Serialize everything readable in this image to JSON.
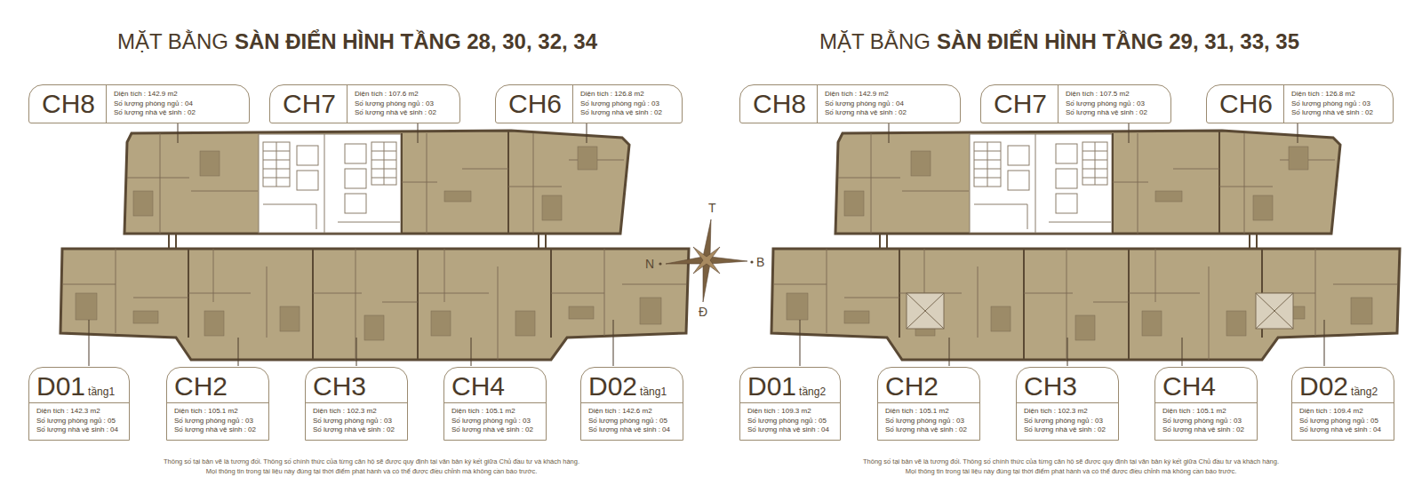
{
  "diagram": {
    "nodes": [
      {
        "text": [
          "CH8",
          "Diện tích : 142.9 m2",
          "Số lượng phòng ngủ : 04",
          "Số lượng nhà vệ sinh : 02"
        ]
      },
      {
        "text": [
          "CH7",
          "Diện tích : 107.6 m2",
          "Số lượng phòng ngủ : 03",
          "Số lượng nhà vệ sinh : 02"
        ]
      },
      {
        "text": [
          "CH6",
          "Diện tích : 126.8 m2",
          "Số lượng phòng ngủ : 03",
          "Số lượng nhà vệ sinh : 02"
        ]
      },
      {
        "text": [
          "D01",
          "tầng1",
          "Diện tích : 142.3 m2",
          "Số lượng phòng ngủ : 05",
          "Số lượng nhà vệ sinh : 04"
        ]
      },
      {
        "text": [
          "CH2",
          "Diện tích : 105.1 m2",
          "Số lượng phòng ngủ : 03",
          "Số lượng nhà vệ sinh : 02"
        ]
      },
      {
        "text": [
          "CH3",
          "Diện tích : 102.3 m2",
          "Số lượng phòng ngủ : 03",
          "Số lượng nhà vệ sinh : 02"
        ]
      },
      {
        "text": [
          "CH4",
          "Diện tích : 105.1 m2",
          "Số lượng phòng ngủ : 03",
          "Số lượng nhà vệ sinh : 02"
        ]
      },
      {
        "text": [
          "D02",
          "tầng1",
          "Diện tích : 142.6 m2",
          "Số lượng phòng ngủ : 05",
          "Số lượng nhà vệ sinh : 04"
        ]
      },
      {
        "text": [
          "CH8",
          "Diện tích : 142.9 m2",
          "Số lượng phòng ngủ : 04",
          "Số lượng nhà vệ sinh : 02"
        ]
      },
      {
        "text": [
          "CH7",
          "Diện tích : 107.5 m2",
          "Số lượng phòng ngủ : 03",
          "Số lượng nhà vệ sinh : 02"
        ]
      },
      {
        "text": [
          "CH6",
          "Diện tích : 126.8 m2",
          "Số lượng phòng ngủ : 03",
          "Số lượng nhà vệ sinh : 02"
        ]
      },
      {
        "text": [
          "D01",
          "tầng2",
          "Diện tích : 109.3 m2",
          "Số lượng phòng ngủ : 05",
          "Số lượng nhà vệ sinh : 04"
        ]
      },
      {
        "text": [
          "CH2",
          "Diện tích : 105.1 m2",
          "Số lượng phòng ngủ : 03",
          "Số lượng nhà vệ sinh : 02"
        ]
      },
      {
        "text": [
          "CH3",
          "Diện tích : 102.3 m2",
          "Số lượng phòng ngủ : 03",
          "Số lượng nhà vệ sinh : 02"
        ]
      },
      {
        "text": [
          "CH4",
          "Diện tích : 105.1 m2",
          "Số lượng phòng ngủ : 03",
          "Số lượng nhà vệ sinh : 02"
        ]
      },
      {
        "text": [
          "D02",
          "tầng2",
          "Diện tích : 109.4 m2",
          "Số lượng phòng ngủ : 05",
          "Số lượng nhà vệ sinh : 04"
        ]
      }
    ],
    "labels": [
      "MẶT BẰNG",
      "SÀN ĐIỂN HÌNH TẦNG 28, 30, 32, 34",
      "MẶT BẰNG",
      "SÀN ĐIỂN HÌNH TẦNG 29, 31, 33, 35",
      "T",
      "N",
      "B",
      "Đ",
      "Thông số tại bản vẽ là tương đối. Thông số chính thức của từng căn hộ sẽ được quy định tại văn bản ký kết giữa Chủ đầu tư và khách hàng.",
      "Mọi thông tin trong tài liệu này đúng tại thời điểm phát hành và có thể được điều chỉnh mà không cần báo trước.",
      "Thông số tại bản vẽ là tương đối. Thông số chính thức của từng căn hộ sẽ được quy định tại văn bản ký kết giữa Chủ đầu tư và khách hàng.",
      "Mọi thông tin trong tài liệu này đúng tại thời điểm phát hành và có thể được điều chỉnh mà không cần báo trước."
    ]
  }
}
